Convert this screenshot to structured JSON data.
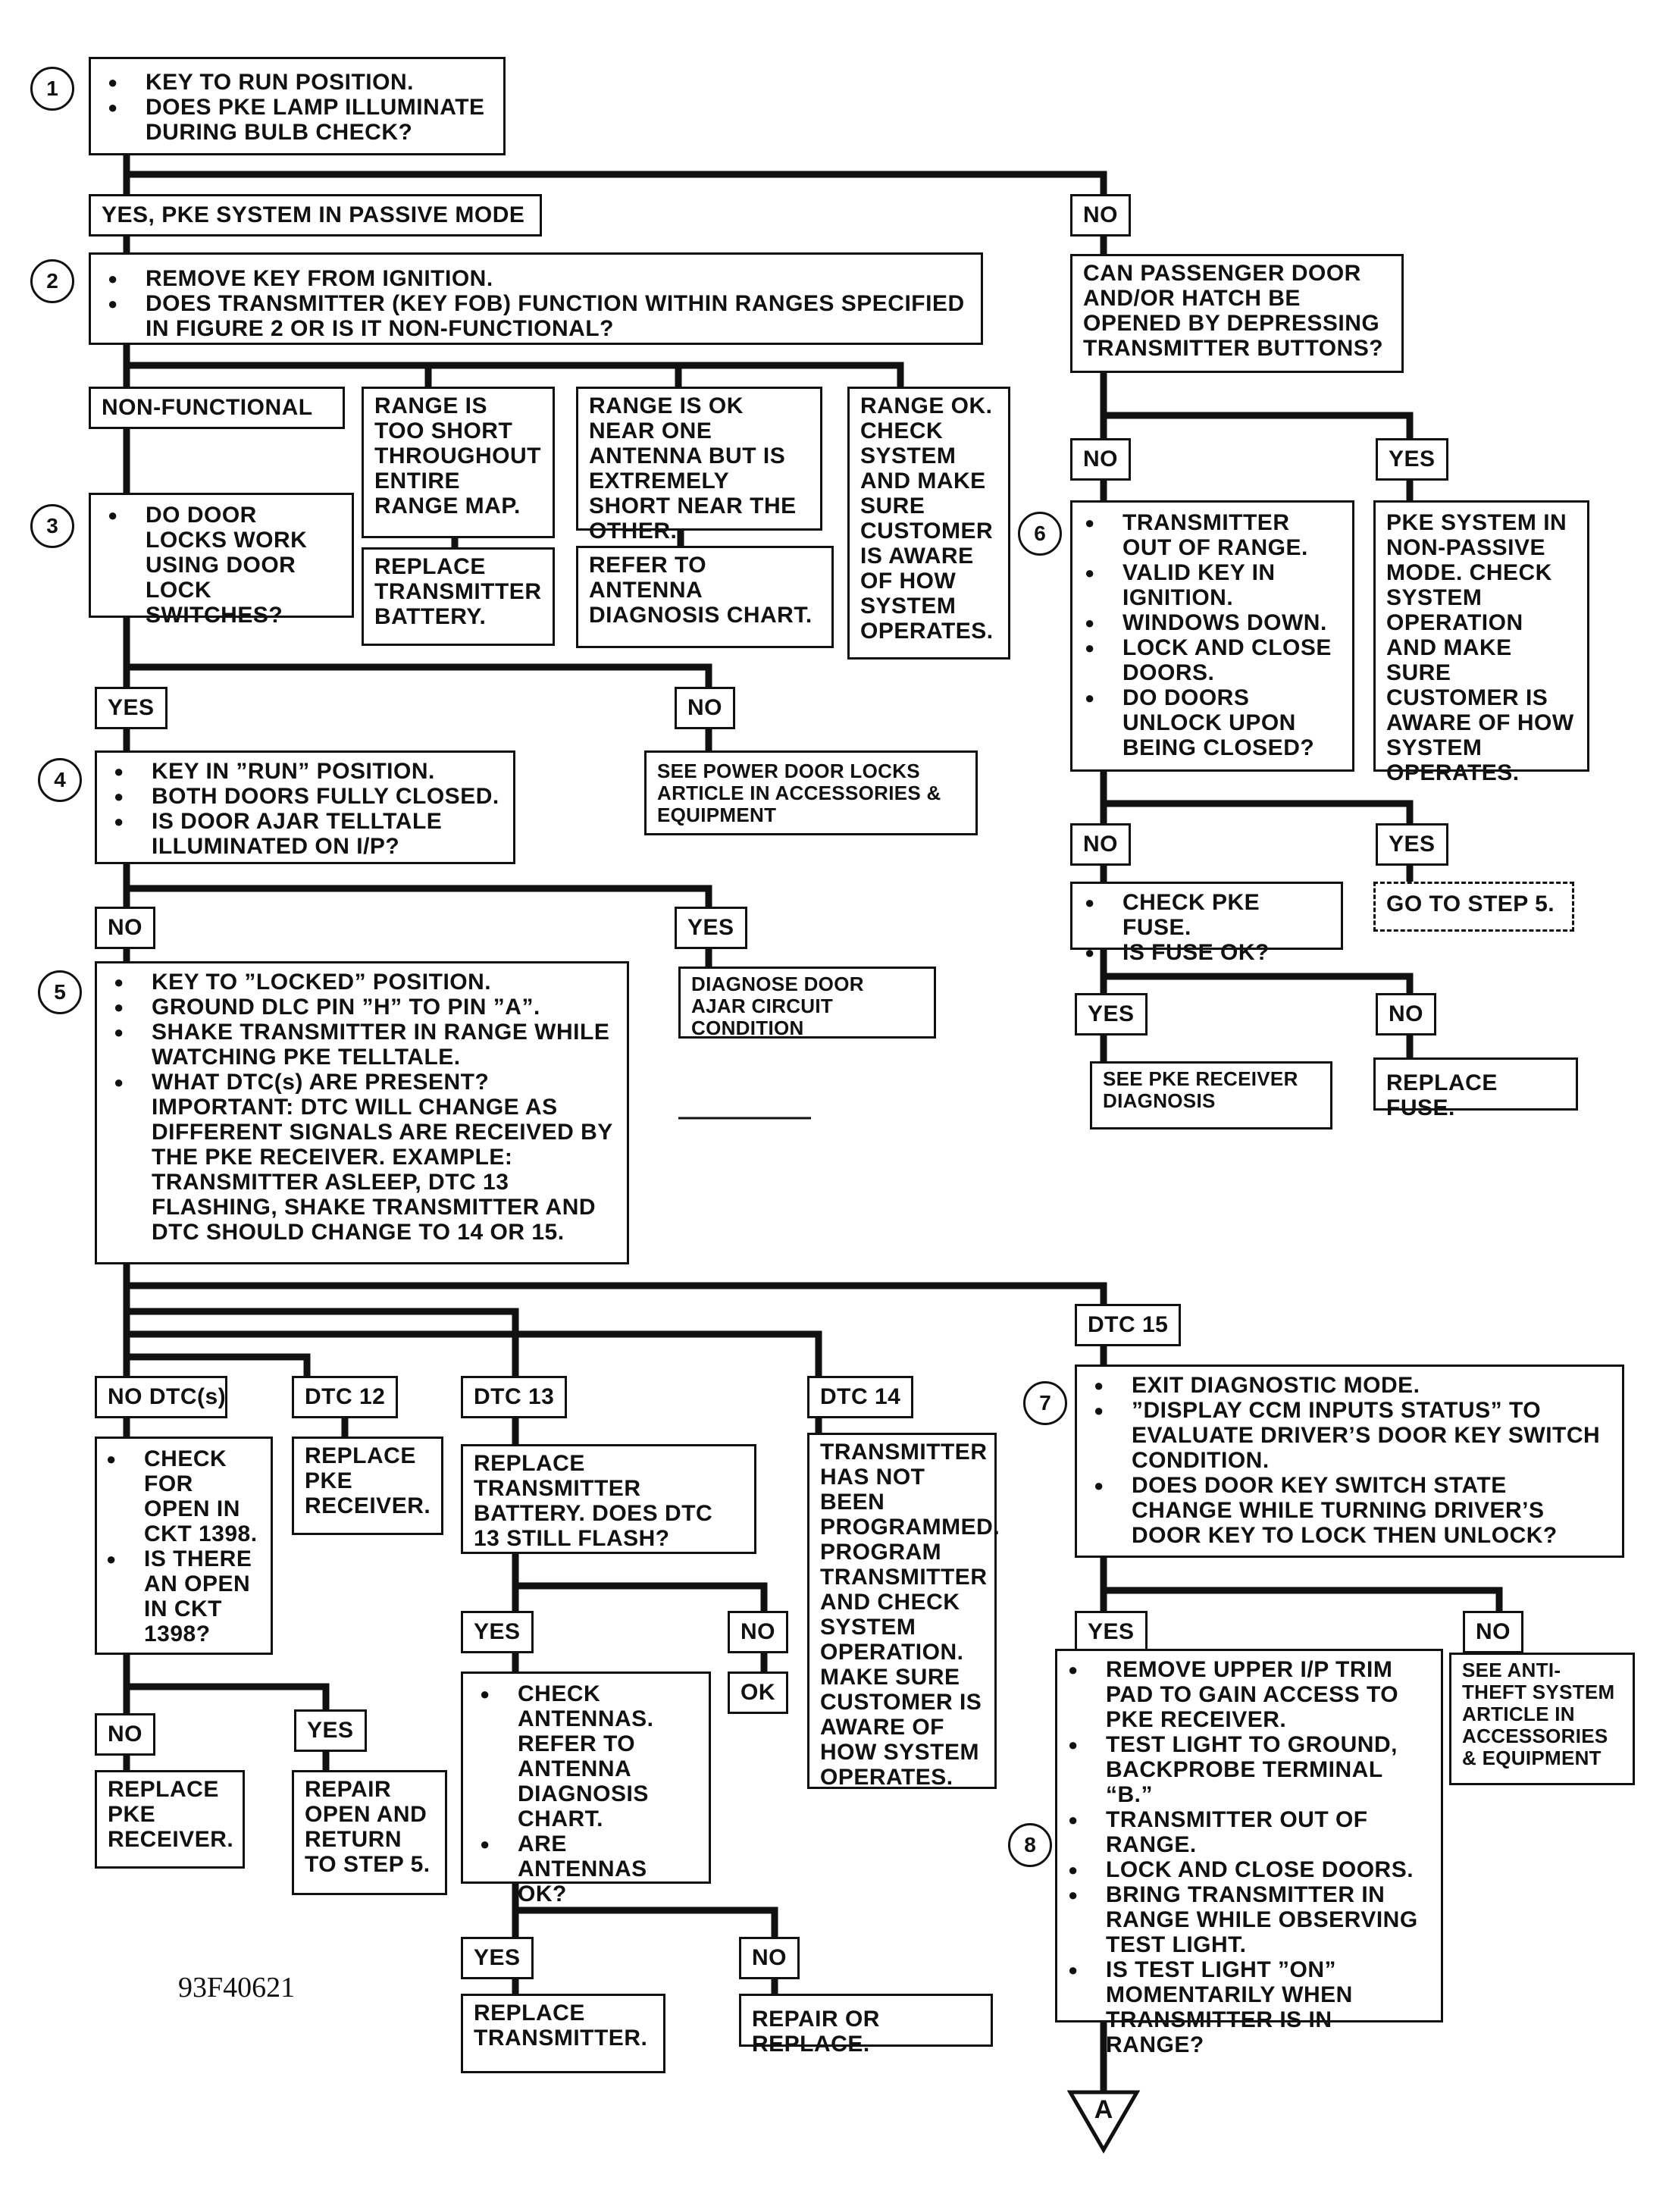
{
  "diagram": {
    "figure_id": "93F40621",
    "connector_label": "A",
    "steps": [
      {
        "number": "1",
        "items": [
          "KEY TO RUN POSITION.",
          "DOES PKE LAMP ILLUMINATE DURING BULB CHECK?"
        ]
      },
      {
        "number": "2",
        "items": [
          "REMOVE KEY FROM IGNITION.",
          "DOES TRANSMITTER (KEY FOB) FUNCTION WITHIN RANGES SPECIFIED IN FIGURE 2 OR IS IT NON-FUNCTIONAL?"
        ]
      },
      {
        "number": "3",
        "items": [
          "DO DOOR LOCKS WORK USING DOOR LOCK SWITCHES?"
        ]
      },
      {
        "number": "4",
        "items": [
          "KEY IN ”RUN” POSITION.",
          "BOTH DOORS FULLY CLOSED.",
          "IS DOOR AJAR TELLTALE ILLUMINATED ON I/P?"
        ]
      },
      {
        "number": "5",
        "items": [
          "KEY TO ”LOCKED” POSITION.",
          "GROUND DLC PIN ”H” TO PIN ”A”.",
          "SHAKE TRANSMITTER IN RANGE WHILE WATCHING PKE TELLTALE.",
          "WHAT DTC(s) ARE PRESENT?"
        ],
        "note": "IMPORTANT:  DTC WILL CHANGE AS DIFFERENT SIGNALS ARE RECEIVED BY THE PKE RECEIVER.  EXAMPLE: TRANSMITTER ASLEEP, DTC 13 FLASHING, SHAKE TRANSMITTER AND DTC SHOULD CHANGE TO 14 OR 15."
      },
      {
        "number": "6",
        "items": [
          "TRANSMITTER OUT OF RANGE.",
          "VALID KEY IN IGNITION.",
          "WINDOWS DOWN.",
          "LOCK AND CLOSE DOORS.",
          "DO DOORS UNLOCK UPON BEING CLOSED?"
        ]
      },
      {
        "number": "7",
        "items": [
          "EXIT DIAGNOSTIC MODE.",
          "”DISPLAY CCM INPUTS STATUS” TO EVALUATE DRIVER’S DOOR KEY SWITCH CONDITION.",
          "DOES DOOR KEY SWITCH STATE CHANGE WHILE TURNING DRIVER’S DOOR KEY TO LOCK THEN UNLOCK?"
        ]
      },
      {
        "number": "8",
        "items": [
          "REMOVE UPPER I/P TRIM PAD TO GAIN ACCESS TO PKE RECEIVER.",
          "TEST LIGHT TO GROUND, BACKPROBE TERMINAL “B.”",
          "TRANSMITTER OUT OF RANGE.",
          "LOCK AND CLOSE DOORS.",
          "BRING TRANSMITTER IN RANGE WHILE OBSERVING TEST LIGHT.",
          "IS TEST LIGHT ”ON” MOMENTARILY WHEN TRANSMITTER IS IN RANGE?"
        ]
      }
    ],
    "labels": {
      "s1_yes": "YES, PKE SYSTEM IN PASSIVE MODE",
      "s1_no": "NO",
      "non_functional": "NON-FUNCTIONAL",
      "s3_yes": "YES",
      "s3_no": "NO",
      "s4_no": "NO",
      "s4_yes": "YES",
      "door_no": "NO",
      "door_yes": "YES",
      "s6_no": "NO",
      "s6_yes": "YES",
      "fuse_yes": "YES",
      "fuse_no": "NO",
      "no_dtc": "NO DTC(s)",
      "dtc12": "DTC 12",
      "dtc13": "DTC 13",
      "dtc14": "DTC 14",
      "dtc15": "DTC 15",
      "ckt_no": "NO",
      "ckt_yes": "YES",
      "d13_yes": "YES",
      "d13_no": "NO",
      "ant_yes": "YES",
      "ant_no": "NO",
      "s7_yes": "YES",
      "s7_no": "NO"
    },
    "boxes": {
      "range_short": "RANGE IS TOO SHORT THROUGHOUT ENTIRE RANGE MAP.",
      "replace_battery": "REPLACE TRANSMITTER BATTERY.",
      "range_one_antenna": "RANGE IS OK NEAR ONE ANTENNA BUT IS EXTREMELY SHORT NEAR THE OTHER.",
      "refer_antenna": "REFER TO ANTENNA DIAGNOSIS CHART.",
      "range_ok": "RANGE OK. CHECK SYSTEM AND MAKE SURE CUSTOMER IS AWARE OF HOW SYSTEM OPERATES.",
      "door_question": "CAN PASSENGER DOOR AND/OR HATCH BE OPENED BY DEPRESSING TRANSMITTER BUTTONS?",
      "non_passive": "PKE SYSTEM IN NON-PASSIVE MODE.  CHECK SYSTEM OPERATION AND MAKE SURE CUSTOMER IS AWARE OF HOW SYSTEM OPERATES.",
      "power_door_locks": "SEE POWER DOOR LOCKS ARTICLE IN ACCESSORIES & EQUIPMENT",
      "diagnose_door_ajar": "DIAGNOSE DOOR AJAR CIRCUIT CONDITION",
      "goto_step5": "GO TO STEP 5.",
      "check_fuse": [
        "CHECK PKE FUSE.",
        "IS FUSE OK?"
      ],
      "pke_receiver_diag": "SEE PKE RECEIVER DIAGNOSIS",
      "replace_fuse": "REPLACE FUSE.",
      "check_open": [
        "CHECK FOR OPEN IN CKT 1398.",
        "IS THERE AN OPEN IN CKT 1398?"
      ],
      "replace_receiver_12": "REPLACE PKE RECEIVER.",
      "replace_battery_13": "REPLACE TRANSMITTER BATTERY.  DOES DTC 13 STILL FLASH?",
      "not_programmed": "TRANSMITTER HAS NOT BEEN PROGRAMMED. PROGRAM TRANSMITTER AND CHECK SYSTEM OPERATION. MAKE SURE CUSTOMER IS AWARE OF HOW SYSTEM OPERATES.",
      "ok": "OK",
      "check_antennas": [
        "CHECK ANTENNAS. REFER TO ANTENNA DIAGNOSIS CHART.",
        "ARE ANTENNAS OK?"
      ],
      "replace_receiver": "REPLACE PKE RECEIVER.",
      "repair_open": "REPAIR OPEN AND RETURN TO STEP 5.",
      "replace_transmitter": "REPLACE TRANSMITTER.",
      "repair_replace": "REPAIR OR REPLACE.",
      "anti_theft": "SEE ANTI-THEFT SYSTEM ARTICLE IN ACCESSORIES & EQUIPMENT"
    }
  }
}
